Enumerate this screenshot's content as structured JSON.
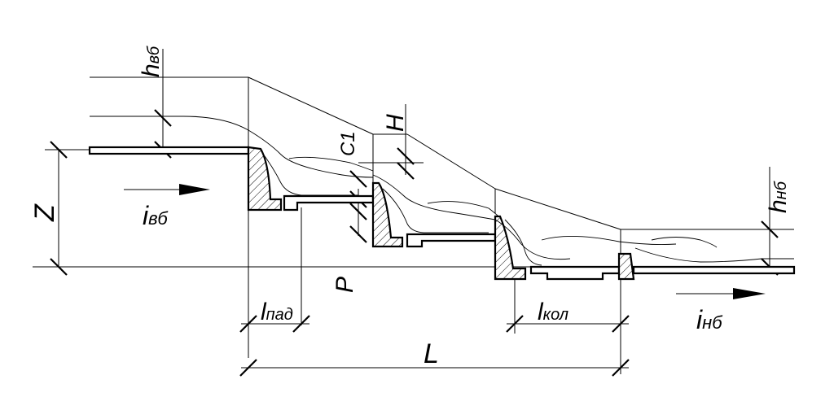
{
  "labels": {
    "h_vb": "h",
    "h_vb_sub": "вб",
    "H": "H",
    "C1": "C1",
    "Z": "Z",
    "i_vb": "i",
    "i_vb_sub": "вб",
    "P": "P",
    "l_pad": "l",
    "l_pad_sub": "пад",
    "l_kol": "l",
    "l_kol_sub": "кол",
    "L": "L",
    "h_nb": "h",
    "h_nb_sub": "нб",
    "i_nb": "i",
    "i_nb_sub": "нб"
  },
  "colors": {
    "line": "#000000",
    "background": "#ffffff"
  }
}
